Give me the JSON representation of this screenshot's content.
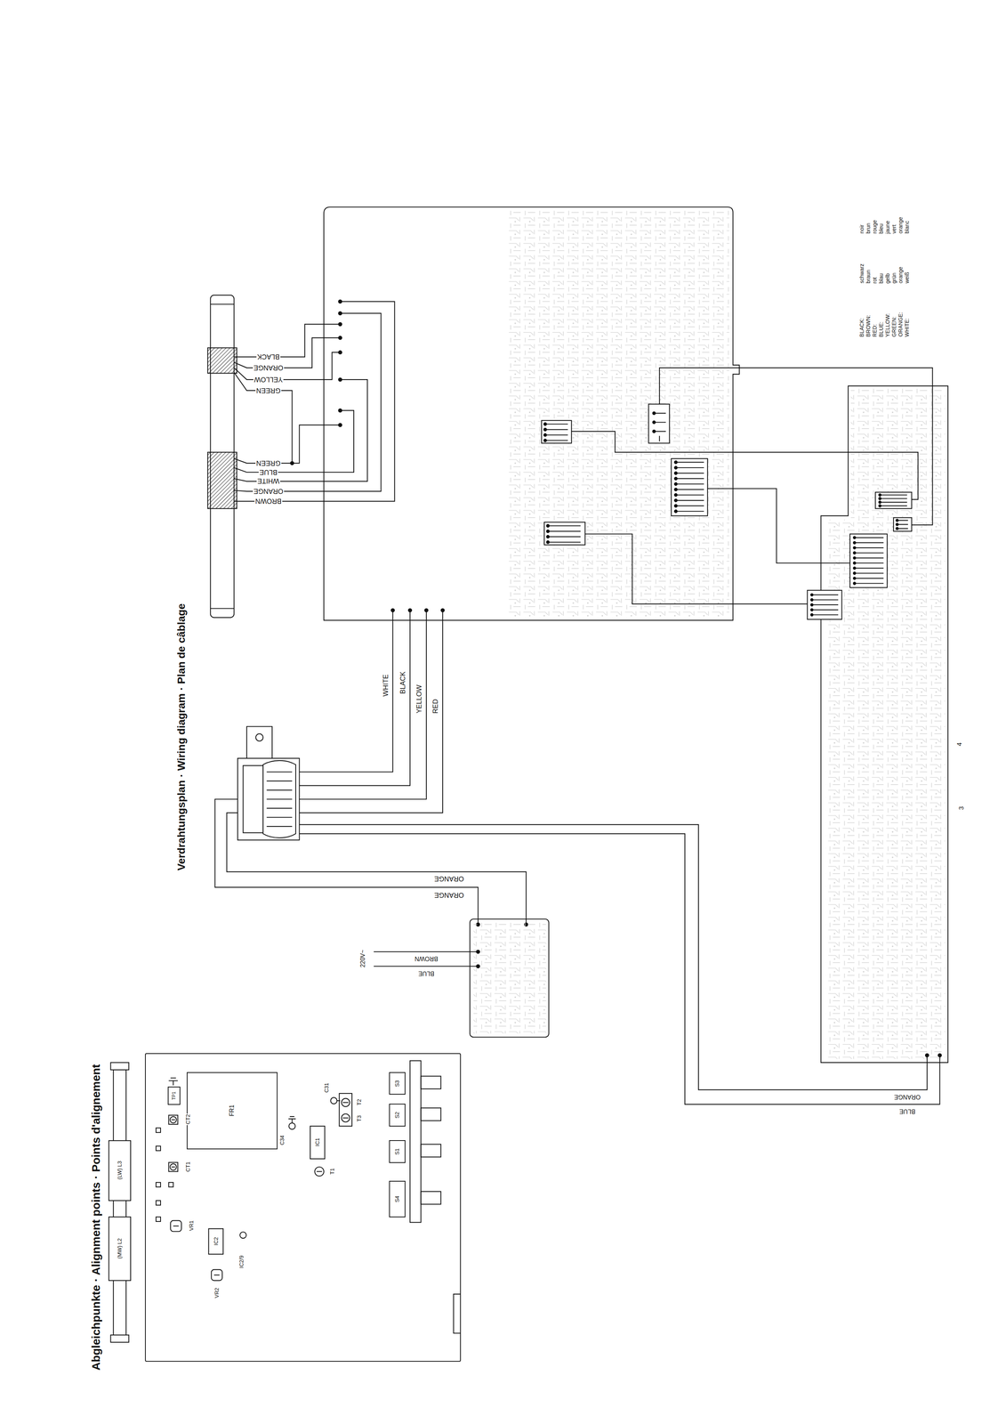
{
  "diagram": {
    "title": "Verdrahtungsplan · Wiring diagram · Plan de câblage",
    "nodes": [
      {
        "text": [
          "Abgleichpunkte · Alignment points · Points d'alignement"
        ]
      },
      {
        "text": [
          "TP1"
        ],
        "in": 0
      },
      {
        "text": [
          "FR1"
        ],
        "in": 0
      },
      {
        "text": [
          "S3"
        ],
        "in": 0
      },
      {
        "text": [
          "S2"
        ],
        "in": 0
      },
      {
        "text": [
          "S1"
        ],
        "in": 0
      },
      {
        "text": [
          "S4"
        ],
        "in": 0
      }
    ],
    "labels": [
      "BLACK",
      "ORANGE",
      "YELLOW",
      "GREEN",
      "GREEN",
      "BLUE",
      "WHITE",
      "ORANGE",
      "BROWN",
      "WHITE",
      "BLACK",
      "YELLOW",
      "RED",
      "ORANGE",
      "ORANGE",
      "220V~",
      "BROWN",
      "BLUE",
      "ORANGE",
      "BLUE",
      "3",
      "4",
      "BLACK:",
      "schwarz",
      "noir",
      "BROWN:",
      "braun",
      "brun",
      "RED:",
      "rot",
      "rouge",
      "BLUE:",
      "blau",
      "bleu",
      "YELLOW:",
      "gelb",
      "jaune",
      "GREEN:",
      "grün",
      "vert",
      "ORANGE:",
      "orange",
      "orange",
      "WHITE:",
      "weiß",
      "blanc",
      "(MW) L2",
      "(LW) L3",
      "CT2",
      "CT1",
      "VR1",
      "IC2/9",
      "IC2",
      "VR2",
      "C34",
      "C31",
      "T2",
      "T3",
      "IC1",
      "T1"
    ]
  }
}
